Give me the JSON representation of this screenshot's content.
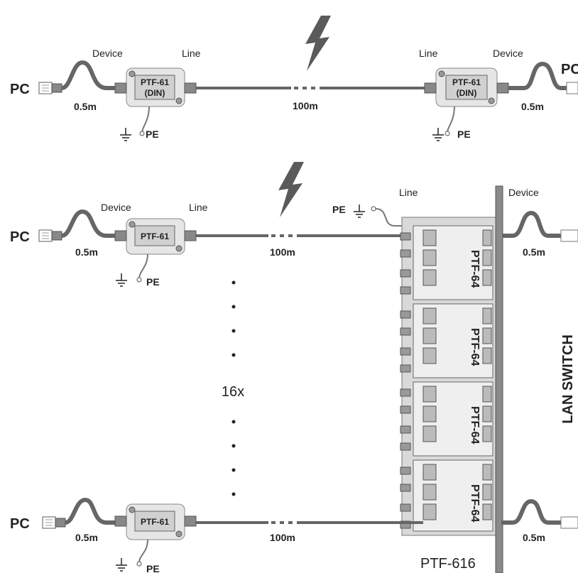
{
  "top_row": {
    "left_pc": "PC",
    "right_pc": "PC",
    "left_device": "Device",
    "left_line": "Line",
    "right_line": "Line",
    "right_device": "Device",
    "left_cable": "0.5m",
    "right_cable": "0.5m",
    "trunk": "100m",
    "box_label_1": "PTF-61",
    "box_label_2": "(DIN)",
    "pe": "PE"
  },
  "middle_row": {
    "pc": "PC",
    "device": "Device",
    "line": "Line",
    "cable": "0.5m",
    "trunk": "100m",
    "box_label": "PTF-61",
    "pe": "PE",
    "panel_pe": "PE",
    "panel_line": "Line",
    "panel_device": "Device",
    "switch_cable": "0.5m"
  },
  "bottom_row": {
    "pc": "PC",
    "cable": "0.5m",
    "trunk": "100m",
    "box_label": "PTF-61",
    "pe": "PE",
    "switch_cable": "0.5m"
  },
  "multiplier": "16x",
  "modules": [
    "PTF-64",
    "PTF-64",
    "PTF-64",
    "PTF-64"
  ],
  "panel_name": "PTF-616",
  "switch_label": "LAN SWITCH",
  "colors": {
    "cable": "#666666",
    "box": "#e6e6e6",
    "lightning": "#555555"
  }
}
